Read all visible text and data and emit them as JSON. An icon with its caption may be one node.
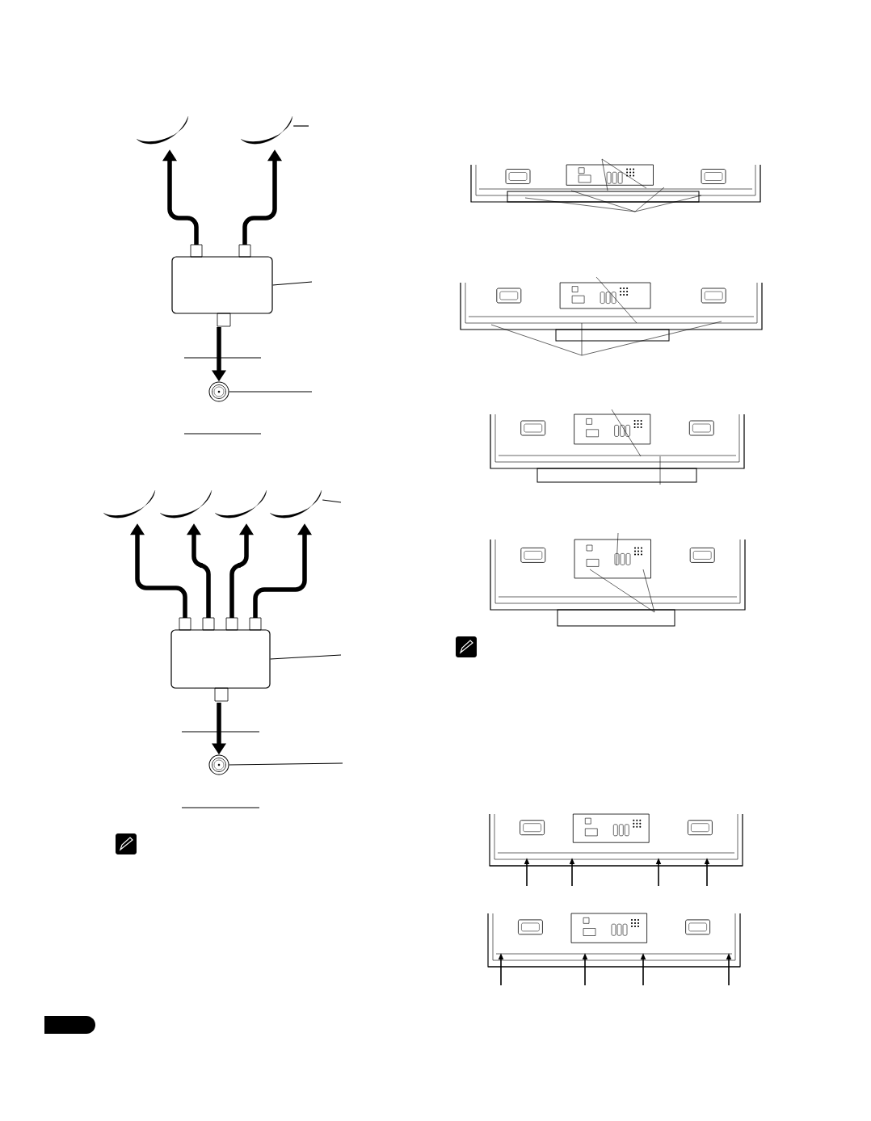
{
  "diagram": {
    "nodes": [
      {
        "text": [],
        "shape": "dish"
      },
      {
        "text": [],
        "shape": "dish"
      },
      {
        "text": [],
        "shape": "box"
      },
      {
        "text": [],
        "shape": "circle"
      },
      {
        "text": [],
        "shape": "dish"
      },
      {
        "text": [],
        "shape": "dish"
      },
      {
        "text": [],
        "shape": "dish"
      },
      {
        "text": [],
        "shape": "dish"
      },
      {
        "text": [],
        "shape": "box"
      },
      {
        "text": [],
        "shape": "circle"
      }
    ],
    "edges": [
      {
        "from": 2,
        "to": 0,
        "arrow": "to"
      },
      {
        "from": 2,
        "to": 1,
        "arrow": "to"
      },
      {
        "from": 2,
        "to": 3,
        "arrow": "to"
      },
      {
        "from": 8,
        "to": 4,
        "arrow": "to"
      },
      {
        "from": 8,
        "to": 5,
        "arrow": "to"
      },
      {
        "from": 8,
        "to": 6,
        "arrow": "to"
      },
      {
        "from": 8,
        "to": 7,
        "arrow": "to"
      },
      {
        "from": 8,
        "to": 9,
        "arrow": "to"
      },
      {
        "from": null,
        "to": 1,
        "arrow": "none"
      },
      {
        "from": null,
        "to": 2,
        "arrow": "none"
      },
      {
        "from": null,
        "to": 3,
        "arrow": "none"
      },
      {
        "from": null,
        "to": 7,
        "arrow": "none"
      },
      {
        "from": null,
        "to": 8,
        "arrow": "none"
      },
      {
        "from": null,
        "to": 9,
        "arrow": "none"
      }
    ]
  }
}
